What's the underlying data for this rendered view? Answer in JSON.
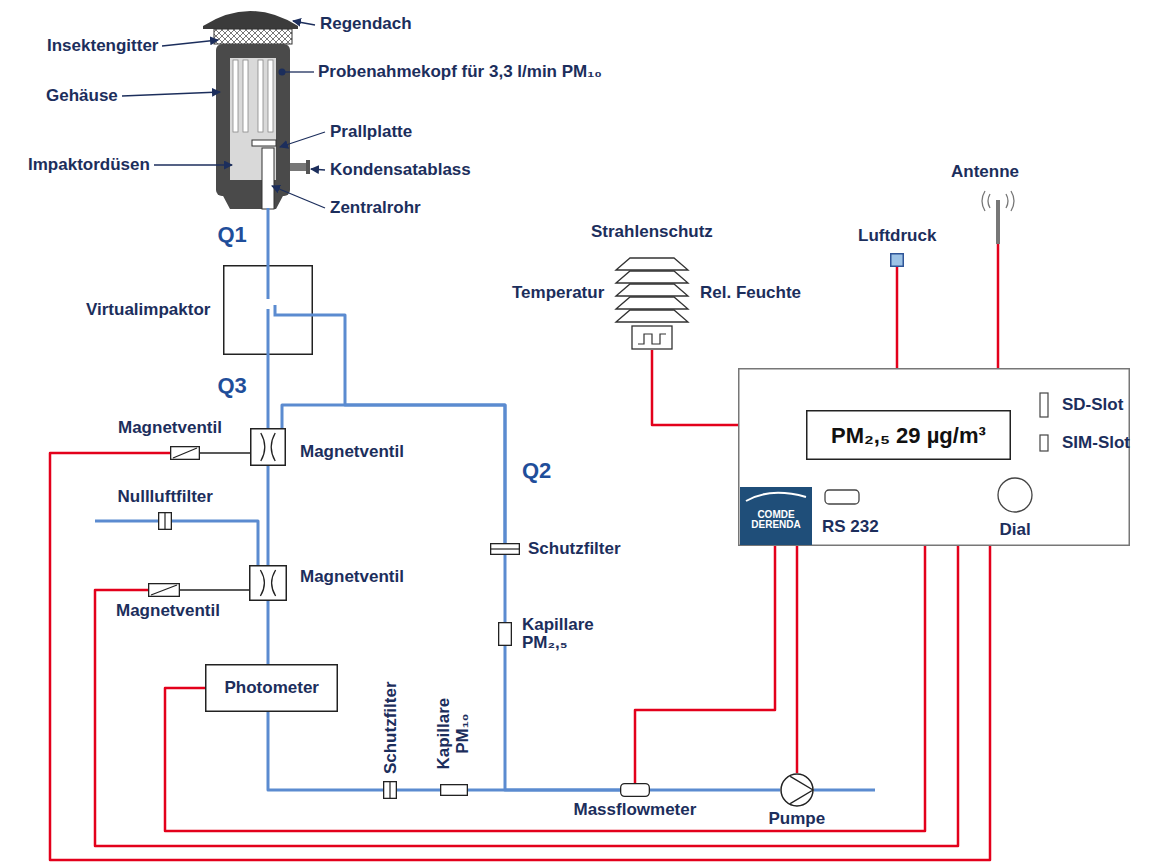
{
  "diagram": {
    "nodes": [
      {
        "text": [
          "Virtualimpaktor"
        ]
      },
      {
        "text": [
          "Magnetventil"
        ]
      },
      {
        "text": [
          "Magnetventil"
        ]
      },
      {
        "text": [
          "Nullluftfilter"
        ]
      },
      {
        "text": [
          "Magnetventil"
        ]
      },
      {
        "text": [
          "Magnetventil"
        ]
      },
      {
        "text": [
          "Photometer"
        ]
      },
      {
        "text": [
          "Schutzfilter"
        ]
      },
      {
        "text": [
          "Kapillare PM₁₀"
        ]
      },
      {
        "text": [
          "Schutzfilter"
        ]
      },
      {
        "text": [
          "Kapillare PM₂,₅"
        ]
      },
      {
        "text": [
          "Massflowmeter"
        ]
      },
      {
        "text": [
          "Pumpe"
        ]
      },
      {
        "text": [
          "Strahlenschutz",
          "Temperatur",
          "Rel. Feuchte"
        ]
      },
      {
        "text": [
          "Luftdruck"
        ]
      },
      {
        "text": [
          "Antenne"
        ]
      },
      {
        "text": [
          "SD-Slot",
          "SIM-Slot",
          "RS 232",
          "Dial"
        ]
      },
      {
        "text": [
          "PM₂,₅ 29 µg/m³"
        ],
        "in": 16
      },
      {
        "text": [
          "COMDE DERENDA"
        ],
        "in": 16
      }
    ],
    "edges": [
      {
        "from": 0,
        "to": 1,
        "arrow": "none",
        "label": "Q3"
      },
      {
        "from": 0,
        "to": 9,
        "arrow": "none",
        "label": "Q2"
      },
      {
        "from": 1,
        "to": 9,
        "arrow": "none"
      },
      {
        "from": 1,
        "to": 4,
        "arrow": "none"
      },
      {
        "from": 3,
        "to": 4,
        "arrow": "none"
      },
      {
        "from": 4,
        "to": 6,
        "arrow": "none"
      },
      {
        "from": 6,
        "to": 7,
        "arrow": "none"
      },
      {
        "from": 7,
        "to": 8,
        "arrow": "none"
      },
      {
        "from": 8,
        "to": 11,
        "arrow": "none"
      },
      {
        "from": 9,
        "to": 10,
        "arrow": "none"
      },
      {
        "from": 10,
        "to": 11,
        "arrow": "none"
      },
      {
        "from": 11,
        "to": 12,
        "arrow": "none"
      },
      {
        "from": 2,
        "to": 1,
        "arrow": "none"
      },
      {
        "from": 5,
        "to": 4,
        "arrow": "none"
      },
      {
        "from": 13,
        "to": 16,
        "arrow": "none"
      },
      {
        "from": 14,
        "to": 16,
        "arrow": "none"
      },
      {
        "from": 15,
        "to": 16,
        "arrow": "none"
      },
      {
        "from": 11,
        "to": 16,
        "arrow": "none"
      },
      {
        "from": 12,
        "to": 16,
        "arrow": "none"
      },
      {
        "from": 6,
        "to": 16,
        "arrow": "none"
      },
      {
        "from": 5,
        "to": 16,
        "arrow": "none"
      },
      {
        "from": 2,
        "to": 16,
        "arrow": "none"
      }
    ],
    "labels": [
      "Regendach",
      "Insektengitter",
      "Probenahmekopf für 3,3 l/min PM₁₀",
      "Gehäuse",
      "Prallplatte",
      "Impaktordüsen",
      "Kondensatablass",
      "Zentralrohr",
      "Q1"
    ]
  }
}
